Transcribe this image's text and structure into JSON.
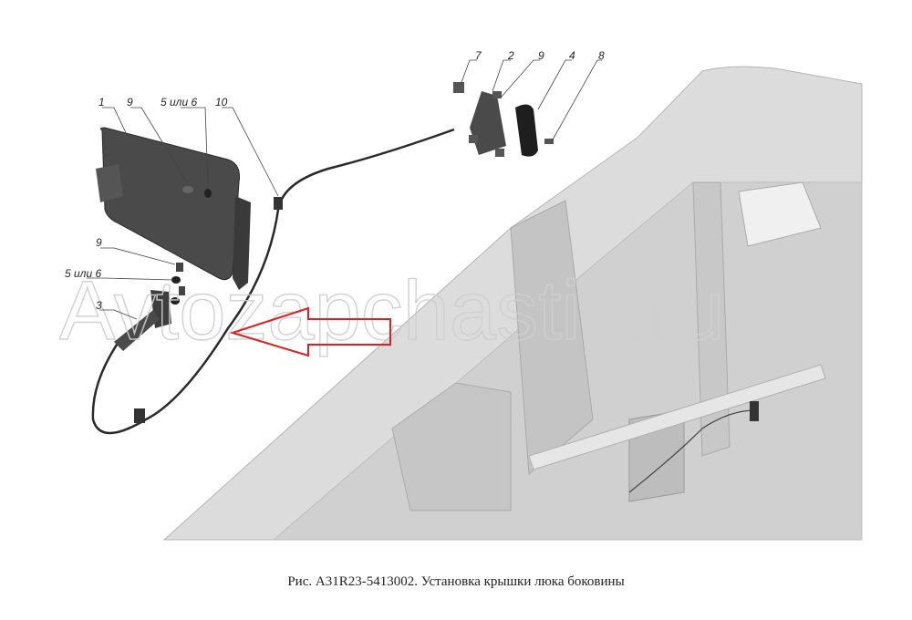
{
  "figure": {
    "caption": "Рис. A31R23-5413002. Установка крышки люка боковины",
    "watermark": "Avtozapchasti9.ru",
    "callouts": {
      "c1": "1",
      "c9a": "9",
      "c56a": "5 или 6",
      "c10": "10",
      "c7": "7",
      "c2": "2",
      "c9b": "9",
      "c4": "4",
      "c8": "8",
      "c9c": "9",
      "c56b": "5 или 6",
      "c3": "3"
    },
    "colors": {
      "arrow": "#e02020",
      "body": "#d9d9d9",
      "parts": "#3a3a3a"
    }
  }
}
